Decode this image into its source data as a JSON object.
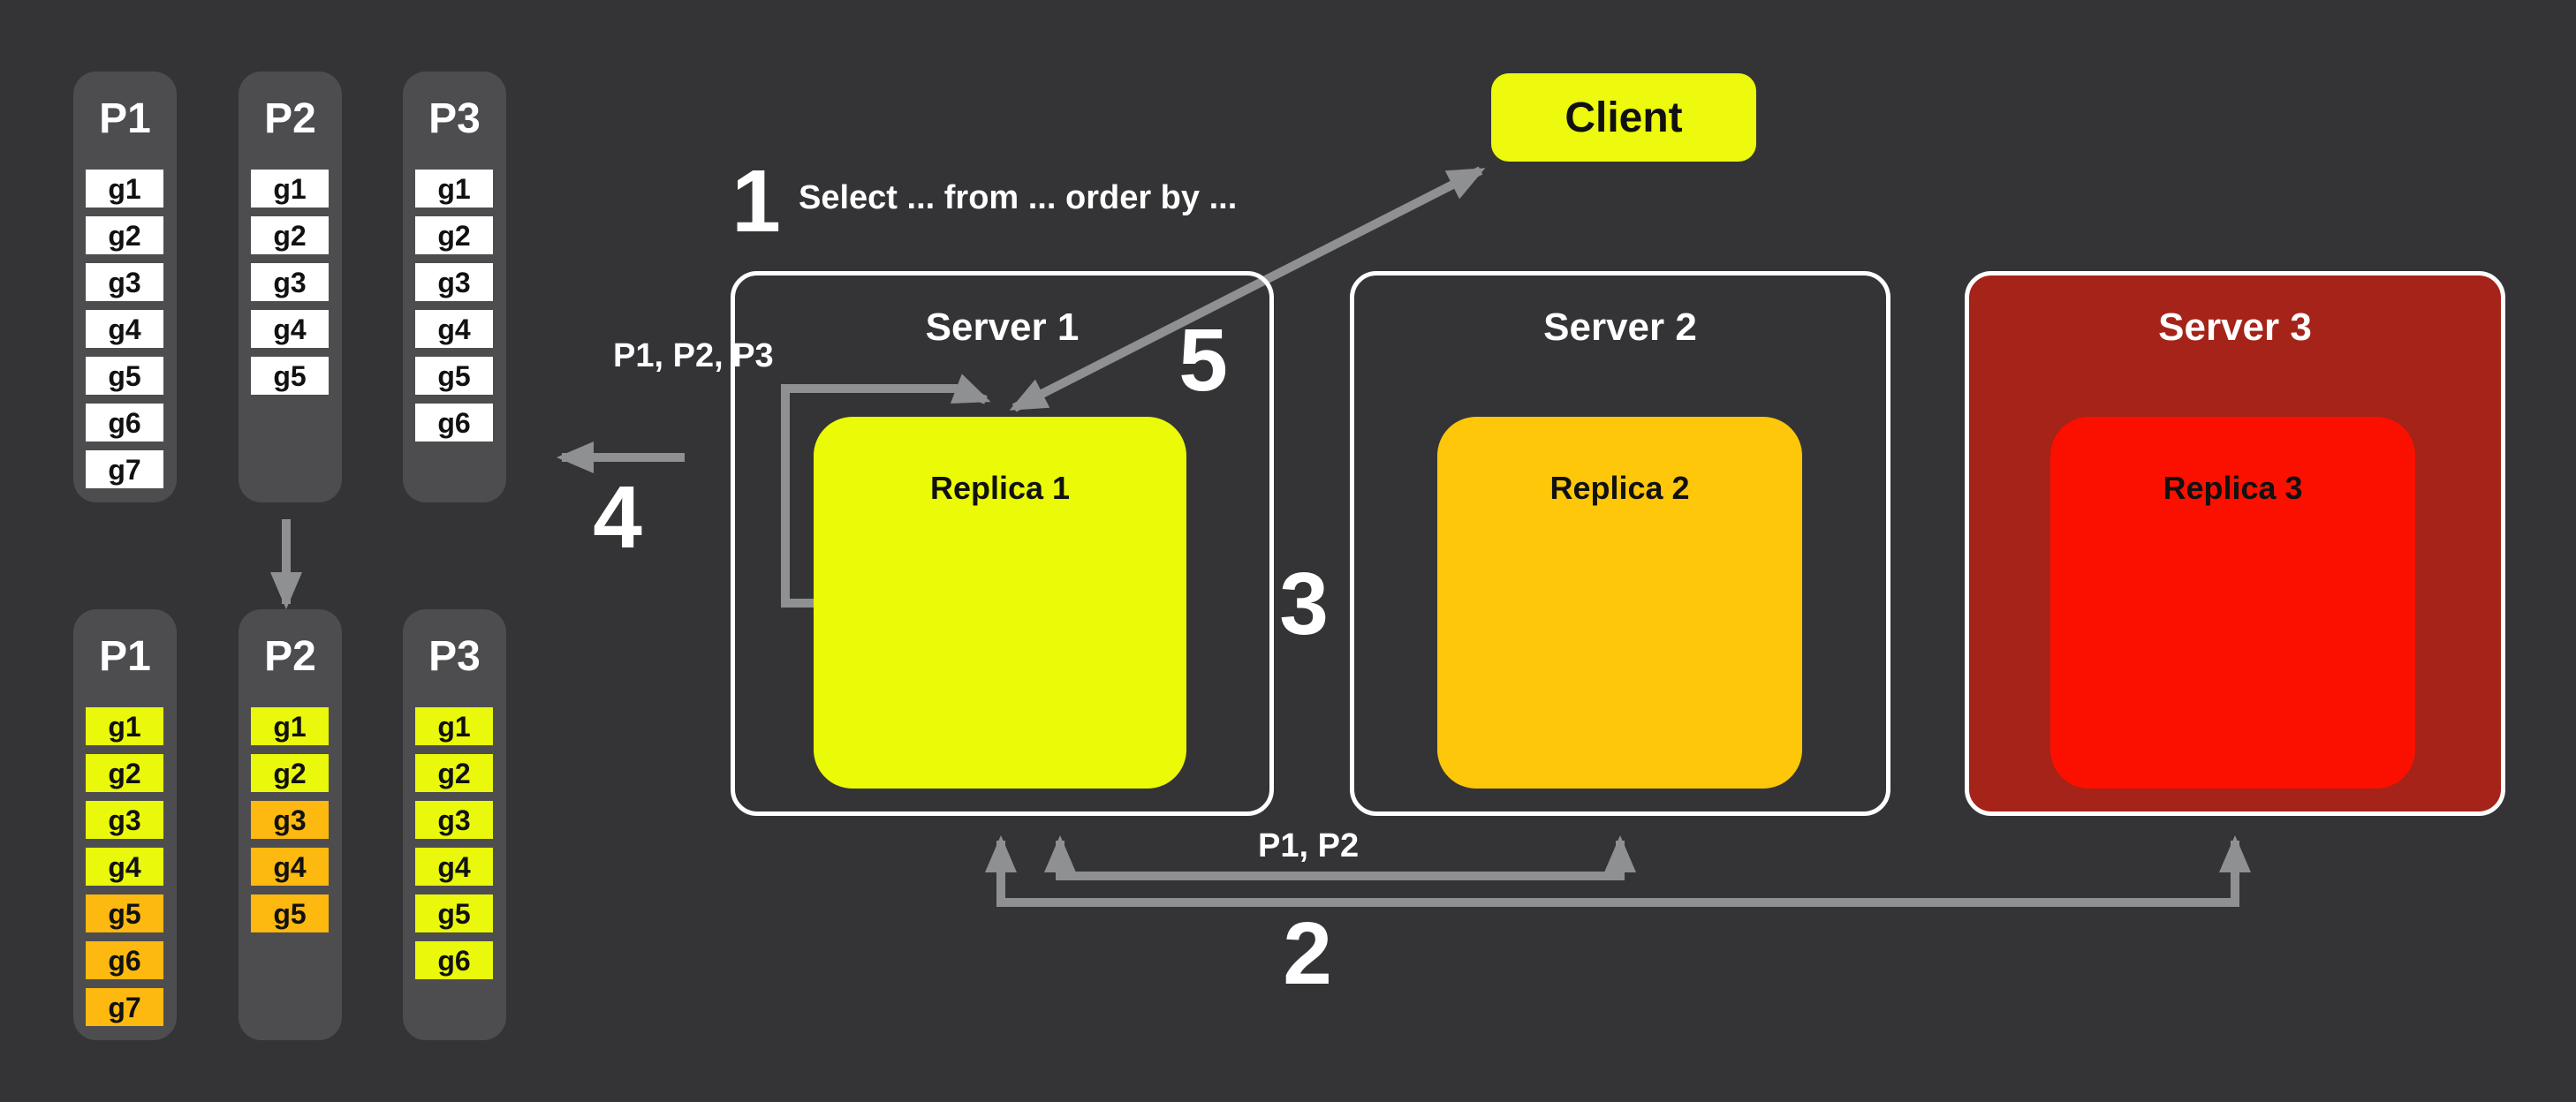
{
  "colors": {
    "background": "#343437",
    "panel_gray": "#4D4D50",
    "cell_white": "#FFFFFF",
    "cell_yellow": "#EAF80B",
    "cell_orange": "#FDB90F",
    "client_yellow": "#EDF90D",
    "replica1_yellow": "#EBFA06",
    "replica2_amber": "#FEC709",
    "replica3_red": "#FB1000",
    "server3_darkred": "#A52318",
    "arrow_gray": "#8F9091",
    "text_white": "#FFFFFF",
    "text_black": "#111111"
  },
  "client": {
    "label": "Client"
  },
  "servers": [
    {
      "name": "Server 1",
      "replica": "Replica 1"
    },
    {
      "name": "Server 2",
      "replica": "Replica 2"
    },
    {
      "name": "Server 3",
      "replica": "Replica 3"
    }
  ],
  "steps": {
    "s1": "1",
    "s2": "2",
    "s3": "3",
    "s4": "4",
    "s5": "5"
  },
  "labels": {
    "query": "Select ... from ... order by ...",
    "route_partitions": "P1, P2, P3",
    "scatter_partitions": "P1, P2"
  },
  "partition_groups": {
    "unsorted": {
      "columns": [
        {
          "name": "P1",
          "cells": [
            {
              "id": "g1",
              "fill": "white"
            },
            {
              "id": "g2",
              "fill": "white"
            },
            {
              "id": "g3",
              "fill": "white"
            },
            {
              "id": "g4",
              "fill": "white"
            },
            {
              "id": "g5",
              "fill": "white"
            },
            {
              "id": "g6",
              "fill": "white"
            },
            {
              "id": "g7",
              "fill": "white"
            }
          ]
        },
        {
          "name": "P2",
          "cells": [
            {
              "id": "g1",
              "fill": "white"
            },
            {
              "id": "g2",
              "fill": "white"
            },
            {
              "id": "g3",
              "fill": "white"
            },
            {
              "id": "g4",
              "fill": "white"
            },
            {
              "id": "g5",
              "fill": "white"
            }
          ]
        },
        {
          "name": "P3",
          "cells": [
            {
              "id": "g1",
              "fill": "white"
            },
            {
              "id": "g2",
              "fill": "white"
            },
            {
              "id": "g3",
              "fill": "white"
            },
            {
              "id": "g4",
              "fill": "white"
            },
            {
              "id": "g5",
              "fill": "white"
            },
            {
              "id": "g6",
              "fill": "white"
            }
          ]
        }
      ]
    },
    "sorted": {
      "columns": [
        {
          "name": "P1",
          "cells": [
            {
              "id": "g1",
              "fill": "yellow"
            },
            {
              "id": "g2",
              "fill": "yellow"
            },
            {
              "id": "g3",
              "fill": "yellow"
            },
            {
              "id": "g4",
              "fill": "yellow"
            },
            {
              "id": "g5",
              "fill": "orange"
            },
            {
              "id": "g6",
              "fill": "orange"
            },
            {
              "id": "g7",
              "fill": "orange"
            }
          ]
        },
        {
          "name": "P2",
          "cells": [
            {
              "id": "g1",
              "fill": "yellow"
            },
            {
              "id": "g2",
              "fill": "yellow"
            },
            {
              "id": "g3",
              "fill": "orange"
            },
            {
              "id": "g4",
              "fill": "orange"
            },
            {
              "id": "g5",
              "fill": "orange"
            }
          ]
        },
        {
          "name": "P3",
          "cells": [
            {
              "id": "g1",
              "fill": "yellow"
            },
            {
              "id": "g2",
              "fill": "yellow"
            },
            {
              "id": "g3",
              "fill": "yellow"
            },
            {
              "id": "g4",
              "fill": "yellow"
            },
            {
              "id": "g5",
              "fill": "yellow"
            },
            {
              "id": "g6",
              "fill": "yellow"
            }
          ]
        }
      ]
    }
  }
}
